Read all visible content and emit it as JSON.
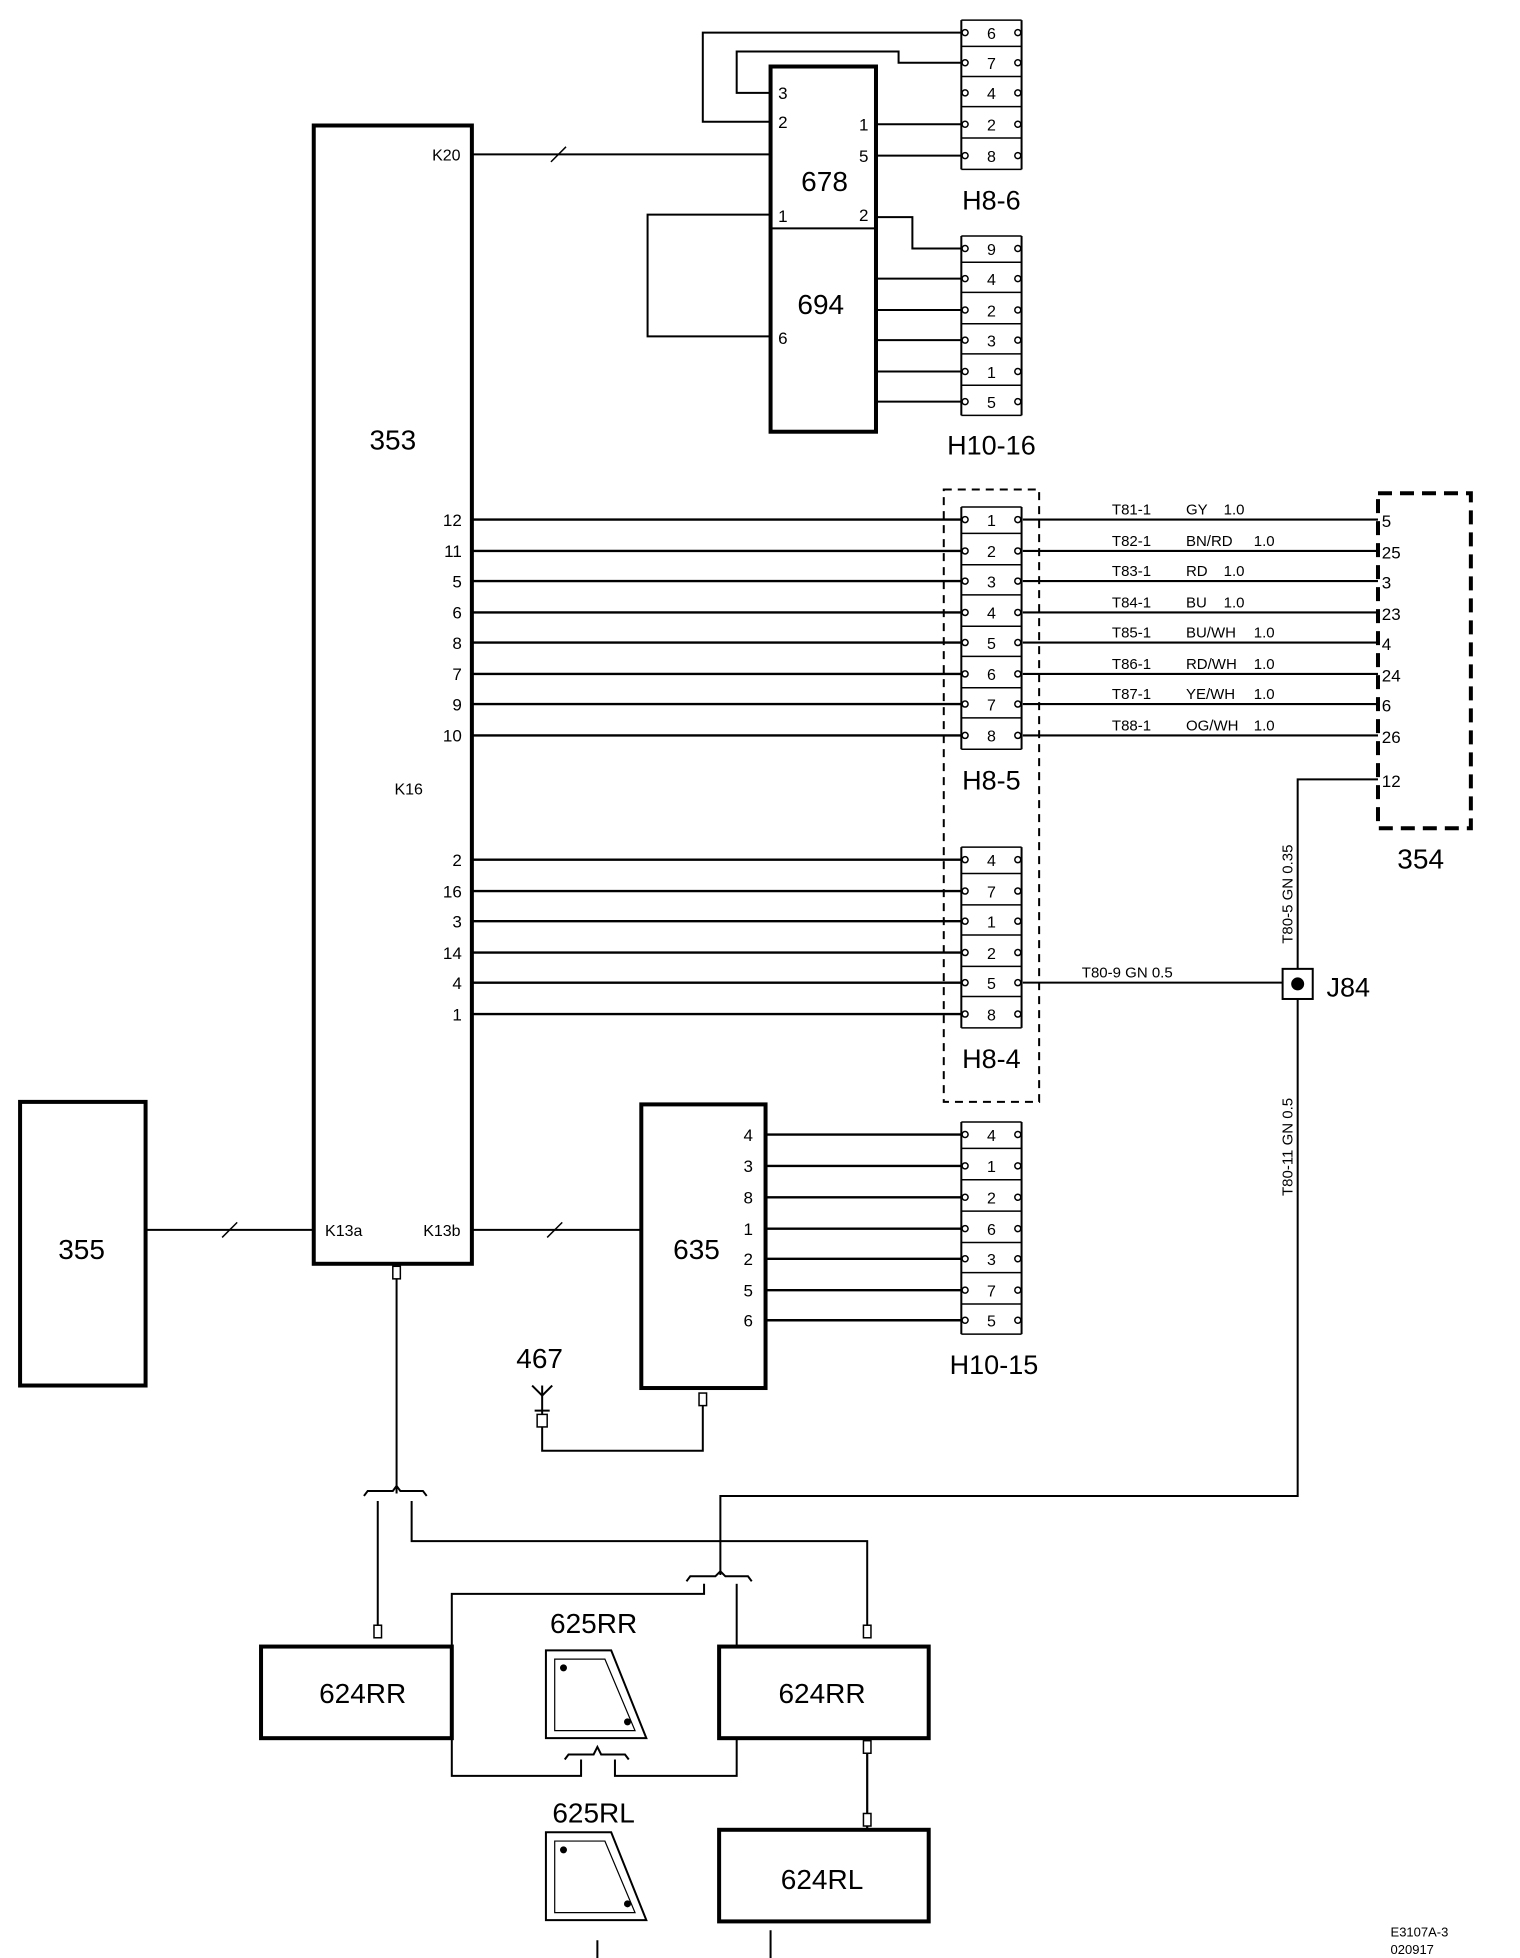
{
  "components": {
    "c353": "353",
    "c354": "354",
    "c355": "355",
    "c635": "635",
    "c678": "678",
    "c694": "694",
    "c467": "467",
    "c624_left": "624RR",
    "c624_right": "624RR",
    "c624_rl": "624RL",
    "c625rr": "625RR",
    "c625rl": "625RL"
  },
  "connectors": {
    "h8_6": "H8-6",
    "h10_16": "H10-16",
    "h8_5": "H8-5",
    "h8_4": "H8-4",
    "h10_15": "H10-15",
    "j84": "J84"
  },
  "k_labels": {
    "k20": "K20",
    "k16": "K16",
    "k13a": "K13a",
    "k13b": "K13b"
  },
  "pins": {
    "c353_k16_upper": [
      "12",
      "11",
      "5",
      "6",
      "8",
      "7",
      "9",
      "10"
    ],
    "c353_k16_lower": [
      "2",
      "16",
      "3",
      "14",
      "4",
      "1"
    ],
    "h8_6": [
      "6",
      "7",
      "4",
      "2",
      "8"
    ],
    "h10_16": [
      "9",
      "4",
      "2",
      "3",
      "1",
      "5"
    ],
    "h8_5": [
      "1",
      "2",
      "3",
      "4",
      "5",
      "6",
      "7",
      "8"
    ],
    "h8_4": [
      "4",
      "7",
      "1",
      "2",
      "5",
      "8"
    ],
    "h10_15": [
      "4",
      "1",
      "2",
      "6",
      "3",
      "7",
      "5"
    ],
    "c635": [
      "4",
      "3",
      "8",
      "1",
      "2",
      "5",
      "6"
    ],
    "c354": [
      "5",
      "25",
      "3",
      "23",
      "4",
      "24",
      "6",
      "26",
      "12"
    ],
    "c678_left": [
      "3",
      "2"
    ],
    "c678_right": [
      "1",
      "5"
    ],
    "c678_694_left1": "1",
    "c678_694_right2": "2",
    "c694_left6": "6"
  },
  "wires": {
    "h8_5_to_354": [
      {
        "id": "T81-1",
        "color": "GY",
        "size": "1.0"
      },
      {
        "id": "T82-1",
        "color": "BN/RD",
        "size": "1.0"
      },
      {
        "id": "T83-1",
        "color": "RD",
        "size": "1.0"
      },
      {
        "id": "T84-1",
        "color": "BU",
        "size": "1.0"
      },
      {
        "id": "T85-1",
        "color": "BU/WH",
        "size": "1.0"
      },
      {
        "id": "T86-1",
        "color": "RD/WH",
        "size": "1.0"
      },
      {
        "id": "T87-1",
        "color": "YE/WH",
        "size": "1.0"
      },
      {
        "id": "T88-1",
        "color": "OG/WH",
        "size": "1.0"
      }
    ],
    "t80_9": "T80-9   GN   0.5",
    "t80_5": "T80-5   GN   0.35",
    "t80_11": "T80-11   GN   0.5"
  },
  "footer": {
    "code": "E3107A-3",
    "date": "020917"
  }
}
